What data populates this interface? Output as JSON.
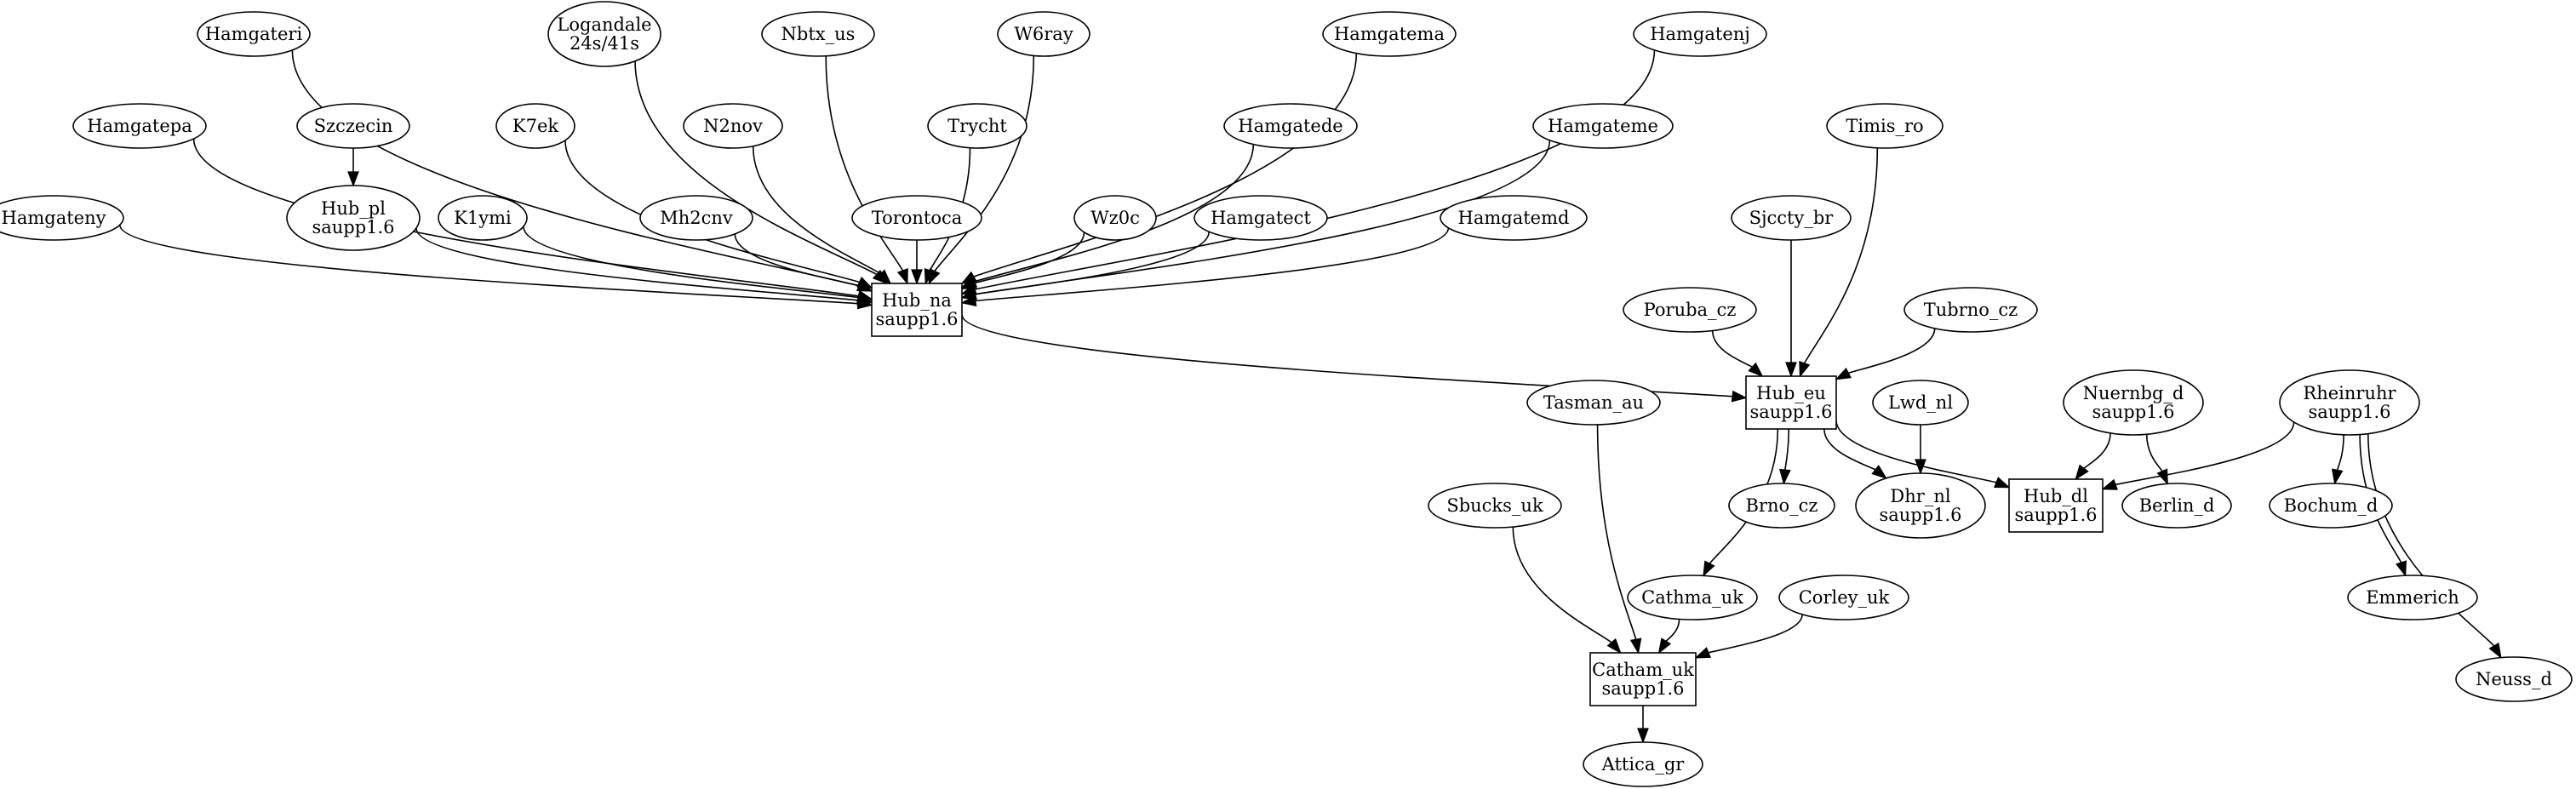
{
  "nodes": [
    {
      "id": "hamgateri",
      "shape": "ellipse",
      "lines": [
        "Hamgateri"
      ]
    },
    {
      "id": "logandale",
      "shape": "ellipse",
      "lines": [
        "Logandale",
        "24s/41s"
      ]
    },
    {
      "id": "nbtx_us",
      "shape": "ellipse",
      "lines": [
        "Nbtx_us"
      ]
    },
    {
      "id": "w6ray",
      "shape": "ellipse",
      "lines": [
        "W6ray"
      ]
    },
    {
      "id": "hamgatema",
      "shape": "ellipse",
      "lines": [
        "Hamgatema"
      ]
    },
    {
      "id": "hamgatenj",
      "shape": "ellipse",
      "lines": [
        "Hamgatenj"
      ]
    },
    {
      "id": "hamgatepa",
      "shape": "ellipse",
      "lines": [
        "Hamgatepa"
      ]
    },
    {
      "id": "szczecin",
      "shape": "ellipse",
      "lines": [
        "Szczecin"
      ]
    },
    {
      "id": "k7ek",
      "shape": "ellipse",
      "lines": [
        "K7ek"
      ]
    },
    {
      "id": "n2nov",
      "shape": "ellipse",
      "lines": [
        "N2nov"
      ]
    },
    {
      "id": "trycht",
      "shape": "ellipse",
      "lines": [
        "Trycht"
      ]
    },
    {
      "id": "hamgatede",
      "shape": "ellipse",
      "lines": [
        "Hamgatede"
      ]
    },
    {
      "id": "hamgateme",
      "shape": "ellipse",
      "lines": [
        "Hamgateme"
      ]
    },
    {
      "id": "timis_ro",
      "shape": "ellipse",
      "lines": [
        "Timis_ro"
      ]
    },
    {
      "id": "hamgateny",
      "shape": "ellipse",
      "lines": [
        "Hamgateny"
      ]
    },
    {
      "id": "hub_pl",
      "shape": "ellipse",
      "lines": [
        "Hub_pl",
        "saupp1.6"
      ]
    },
    {
      "id": "k1ymi",
      "shape": "ellipse",
      "lines": [
        "K1ymi"
      ]
    },
    {
      "id": "mh2cnv",
      "shape": "ellipse",
      "lines": [
        "Mh2cnv"
      ]
    },
    {
      "id": "torontoca",
      "shape": "ellipse",
      "lines": [
        "Torontoca"
      ]
    },
    {
      "id": "wz0c",
      "shape": "ellipse",
      "lines": [
        "Wz0c"
      ]
    },
    {
      "id": "hamgatect",
      "shape": "ellipse",
      "lines": [
        "Hamgatect"
      ]
    },
    {
      "id": "hamgatemd",
      "shape": "ellipse",
      "lines": [
        "Hamgatemd"
      ]
    },
    {
      "id": "sjccty_br",
      "shape": "ellipse",
      "lines": [
        "Sjccty_br"
      ]
    },
    {
      "id": "hub_na",
      "shape": "box",
      "lines": [
        "Hub_na",
        "saupp1.6"
      ]
    },
    {
      "id": "poruba_cz",
      "shape": "ellipse",
      "lines": [
        "Poruba_cz"
      ]
    },
    {
      "id": "tubrno_cz",
      "shape": "ellipse",
      "lines": [
        "Tubrno_cz"
      ]
    },
    {
      "id": "tasman_au",
      "shape": "ellipse",
      "lines": [
        "Tasman_au"
      ]
    },
    {
      "id": "hub_eu",
      "shape": "box",
      "lines": [
        "Hub_eu",
        "saupp1.6"
      ]
    },
    {
      "id": "lwd_nl",
      "shape": "ellipse",
      "lines": [
        "Lwd_nl"
      ]
    },
    {
      "id": "nuernbg_d",
      "shape": "ellipse",
      "lines": [
        "Nuernbg_d",
        "saupp1.6"
      ]
    },
    {
      "id": "rheinruhr",
      "shape": "ellipse",
      "lines": [
        "Rheinruhr",
        "saupp1.6"
      ]
    },
    {
      "id": "sbucks_uk",
      "shape": "ellipse",
      "lines": [
        "Sbucks_uk"
      ]
    },
    {
      "id": "brno_cz",
      "shape": "ellipse",
      "lines": [
        "Brno_cz"
      ]
    },
    {
      "id": "dhr_nl",
      "shape": "ellipse",
      "lines": [
        "Dhr_nl",
        "saupp1.6"
      ]
    },
    {
      "id": "hub_dl",
      "shape": "box",
      "lines": [
        "Hub_dl",
        "saupp1.6"
      ]
    },
    {
      "id": "berlin_d",
      "shape": "ellipse",
      "lines": [
        "Berlin_d"
      ]
    },
    {
      "id": "bochum_d",
      "shape": "ellipse",
      "lines": [
        "Bochum_d"
      ]
    },
    {
      "id": "cathma_uk",
      "shape": "ellipse",
      "lines": [
        "Cathma_uk"
      ]
    },
    {
      "id": "corley_uk",
      "shape": "ellipse",
      "lines": [
        "Corley_uk"
      ]
    },
    {
      "id": "emmerich",
      "shape": "ellipse",
      "lines": [
        "Emmerich"
      ]
    },
    {
      "id": "catham_uk",
      "shape": "box",
      "lines": [
        "Catham_uk",
        "saupp1.6"
      ]
    },
    {
      "id": "neuss_d",
      "shape": "ellipse",
      "lines": [
        "Neuss_d"
      ]
    },
    {
      "id": "attica_gr",
      "shape": "ellipse",
      "lines": [
        "Attica_gr"
      ]
    }
  ],
  "edges": [
    {
      "from": "hamgateri",
      "to": "hub_na"
    },
    {
      "from": "logandale",
      "to": "hub_na"
    },
    {
      "from": "nbtx_us",
      "to": "hub_na"
    },
    {
      "from": "w6ray",
      "to": "hub_na"
    },
    {
      "from": "hamgatema",
      "to": "hub_na"
    },
    {
      "from": "hamgatenj",
      "to": "hub_na"
    },
    {
      "from": "hamgatepa",
      "to": "hub_na"
    },
    {
      "from": "szczecin",
      "to": "hub_pl"
    },
    {
      "from": "k7ek",
      "to": "hub_na"
    },
    {
      "from": "n2nov",
      "to": "hub_na"
    },
    {
      "from": "trycht",
      "to": "hub_na"
    },
    {
      "from": "hamgatede",
      "to": "hub_na"
    },
    {
      "from": "hamgateme",
      "to": "hub_na"
    },
    {
      "from": "hamgateny",
      "to": "hub_na"
    },
    {
      "from": "hub_pl",
      "to": "hub_na"
    },
    {
      "from": "k1ymi",
      "to": "hub_na"
    },
    {
      "from": "mh2cnv",
      "to": "hub_na"
    },
    {
      "from": "torontoca",
      "to": "hub_na"
    },
    {
      "from": "wz0c",
      "to": "hub_na"
    },
    {
      "from": "hamgatect",
      "to": "hub_na"
    },
    {
      "from": "hamgatemd",
      "to": "hub_na"
    },
    {
      "from": "hub_na",
      "to": "hub_eu"
    },
    {
      "from": "timis_ro",
      "to": "hub_eu"
    },
    {
      "from": "sjccty_br",
      "to": "hub_eu"
    },
    {
      "from": "poruba_cz",
      "to": "hub_eu"
    },
    {
      "from": "tubrno_cz",
      "to": "hub_eu"
    },
    {
      "from": "hub_eu",
      "to": "brno_cz"
    },
    {
      "from": "hub_eu",
      "to": "dhr_nl"
    },
    {
      "from": "hub_eu",
      "to": "hub_dl"
    },
    {
      "from": "hub_eu",
      "to": "cathma_uk"
    },
    {
      "from": "lwd_nl",
      "to": "dhr_nl"
    },
    {
      "from": "nuernbg_d",
      "to": "hub_dl"
    },
    {
      "from": "nuernbg_d",
      "to": "berlin_d"
    },
    {
      "from": "rheinruhr",
      "to": "hub_dl"
    },
    {
      "from": "rheinruhr",
      "to": "bochum_d"
    },
    {
      "from": "rheinruhr",
      "to": "emmerich"
    },
    {
      "from": "rheinruhr",
      "to": "neuss_d"
    },
    {
      "from": "tasman_au",
      "to": "catham_uk"
    },
    {
      "from": "sbucks_uk",
      "to": "catham_uk"
    },
    {
      "from": "cathma_uk",
      "to": "catham_uk"
    },
    {
      "from": "corley_uk",
      "to": "catham_uk"
    },
    {
      "from": "catham_uk",
      "to": "attica_gr"
    }
  ]
}
